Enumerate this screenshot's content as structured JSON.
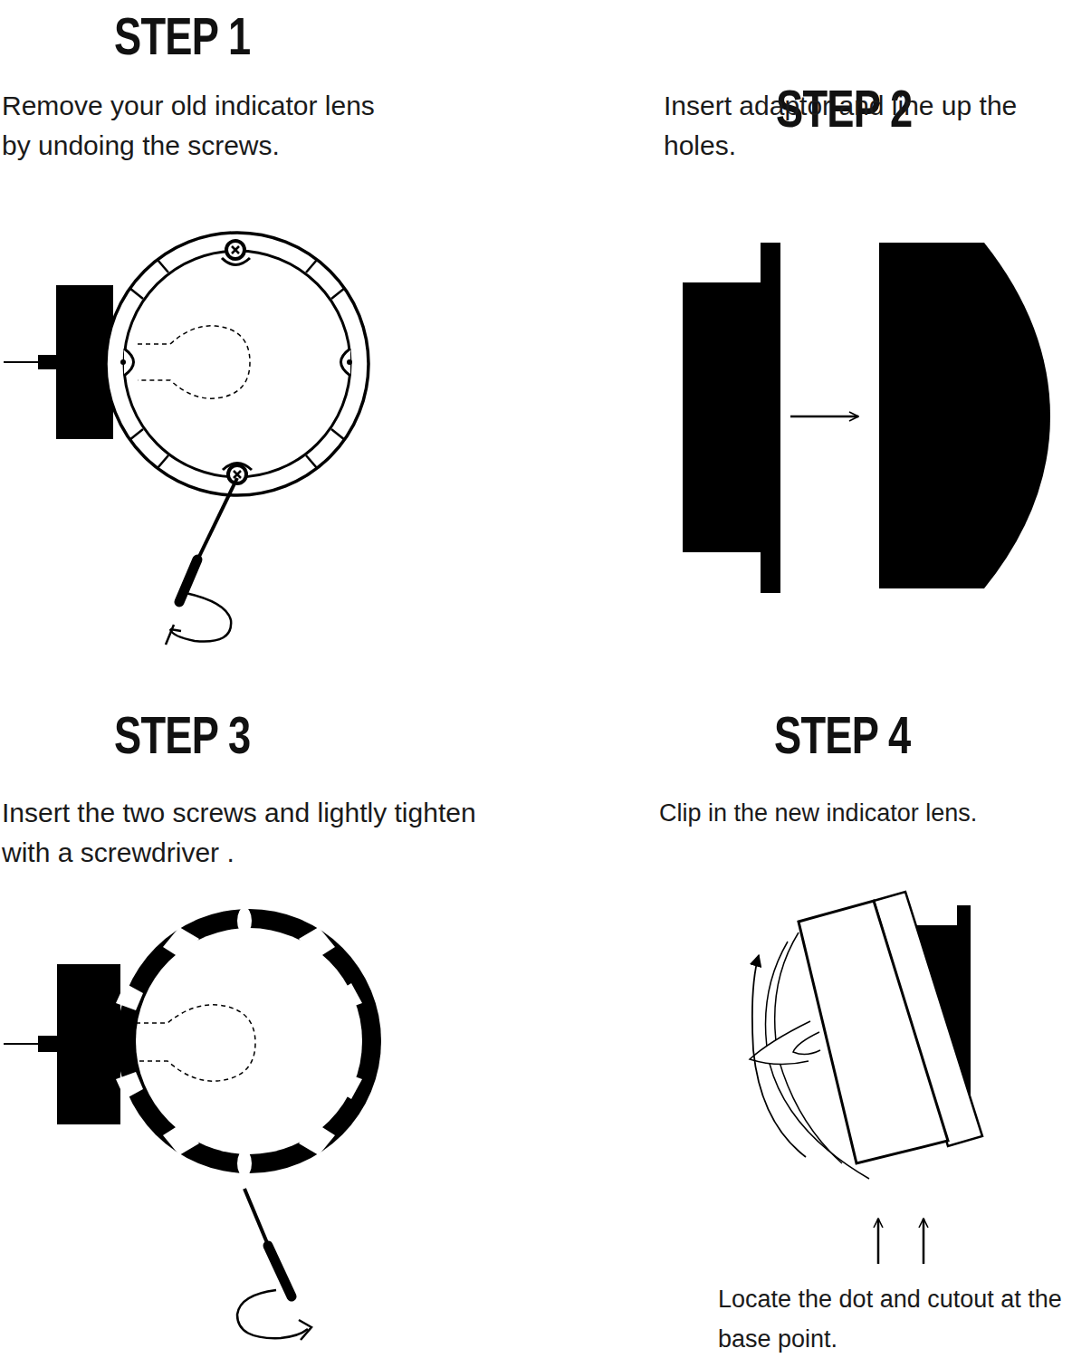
{
  "diagram": {
    "labels": [
      "STEP 1",
      "Remove your old indicator lens by undoing the screws.",
      "STEP 2",
      "Insert adaptor and line up the holes.",
      "STEP 3",
      "Insert the two screws and lightly tighten with a screwdriver .",
      "STEP 4",
      "Clip in the new indicator lens.",
      "Locate the dot and cutout at the base point."
    ]
  }
}
